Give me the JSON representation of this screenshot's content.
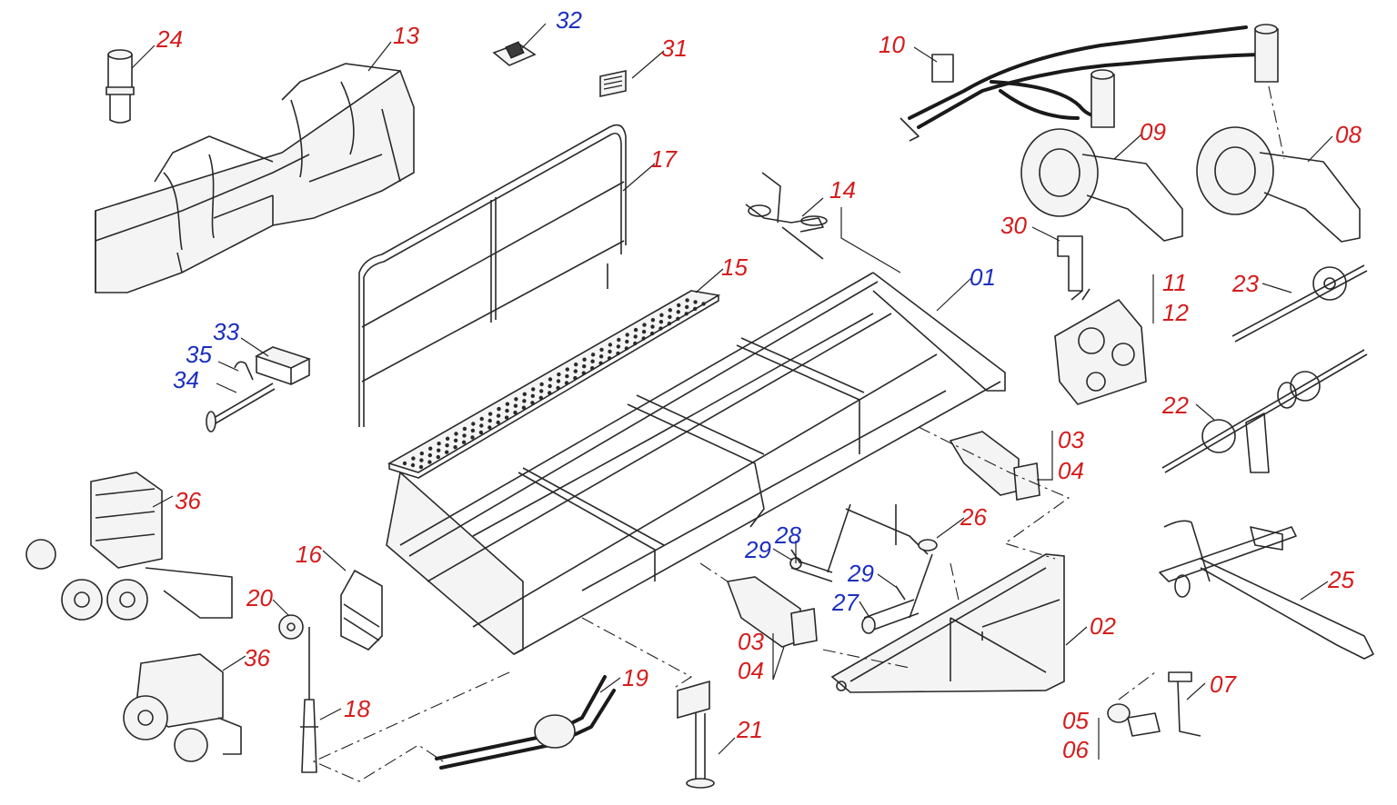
{
  "labels": [
    {
      "text": "24",
      "color": "red"
    },
    {
      "text": "13",
      "color": "red"
    },
    {
      "text": "32",
      "color": "blue"
    },
    {
      "text": "31",
      "color": "red"
    },
    {
      "text": "10",
      "color": "red"
    },
    {
      "text": "17",
      "color": "red"
    },
    {
      "text": "14",
      "color": "red"
    },
    {
      "text": "09",
      "color": "red"
    },
    {
      "text": "08",
      "color": "red"
    },
    {
      "text": "15",
      "color": "red"
    },
    {
      "text": "01",
      "color": "blue"
    },
    {
      "text": "30",
      "color": "red"
    },
    {
      "text": "11",
      "color": "red"
    },
    {
      "text": "12",
      "color": "red"
    },
    {
      "text": "23",
      "color": "red"
    },
    {
      "text": "33",
      "color": "blue"
    },
    {
      "text": "35",
      "color": "blue"
    },
    {
      "text": "34",
      "color": "blue"
    },
    {
      "text": "22",
      "color": "red"
    },
    {
      "text": "03",
      "color": "red"
    },
    {
      "text": "04",
      "color": "red"
    },
    {
      "text": "36",
      "color": "red"
    },
    {
      "text": "26",
      "color": "red"
    },
    {
      "text": "28",
      "color": "blue"
    },
    {
      "text": "29",
      "color": "blue"
    },
    {
      "text": "16",
      "color": "red"
    },
    {
      "text": "25",
      "color": "red"
    },
    {
      "text": "29",
      "color": "blue"
    },
    {
      "text": "20",
      "color": "red"
    },
    {
      "text": "27",
      "color": "blue"
    },
    {
      "text": "02",
      "color": "red"
    },
    {
      "text": "03",
      "color": "red"
    },
    {
      "text": "04",
      "color": "red"
    },
    {
      "text": "36",
      "color": "red"
    },
    {
      "text": "19",
      "color": "red"
    },
    {
      "text": "07",
      "color": "red"
    },
    {
      "text": "18",
      "color": "red"
    },
    {
      "text": "05",
      "color": "red"
    },
    {
      "text": "21",
      "color": "red"
    },
    {
      "text": "06",
      "color": "red"
    }
  ],
  "colors": {
    "red": "#d51c1c",
    "blue": "#1b2fbf"
  }
}
